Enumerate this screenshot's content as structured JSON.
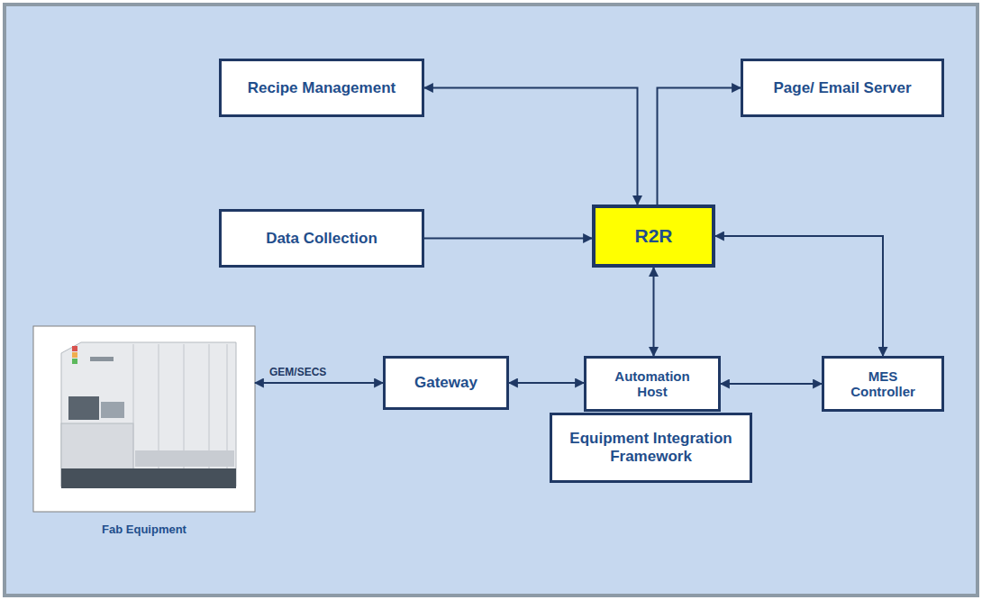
{
  "diagram": {
    "nodes": [
      {
        "text": [
          "Recipe Management"
        ]
      },
      {
        "text": [
          "Page/ Email Server"
        ]
      },
      {
        "text": [
          "Data Collection"
        ]
      },
      {
        "text": [
          "R2R"
        ]
      },
      {
        "text": [
          "Fab Equipment"
        ]
      },
      {
        "text": [
          "Gateway"
        ]
      },
      {
        "text": [
          "Automation Host"
        ]
      },
      {
        "text": [
          "MES Controller"
        ]
      },
      {
        "text": [
          "Equipment Integration Framework"
        ]
      }
    ],
    "edges": [
      {
        "from": 0,
        "to": 3,
        "arrow": "both"
      },
      {
        "from": 3,
        "to": 1,
        "arrow": "to"
      },
      {
        "from": 2,
        "to": 3,
        "arrow": "to"
      },
      {
        "from": 3,
        "to": 6,
        "arrow": "both"
      },
      {
        "from": 3,
        "to": 7,
        "arrow": "both"
      },
      {
        "from": 4,
        "to": 5,
        "label": "GEM/SECS",
        "arrow": "both"
      },
      {
        "from": 5,
        "to": 6,
        "arrow": "both"
      },
      {
        "from": 6,
        "to": 7,
        "arrow": "both"
      }
    ]
  }
}
